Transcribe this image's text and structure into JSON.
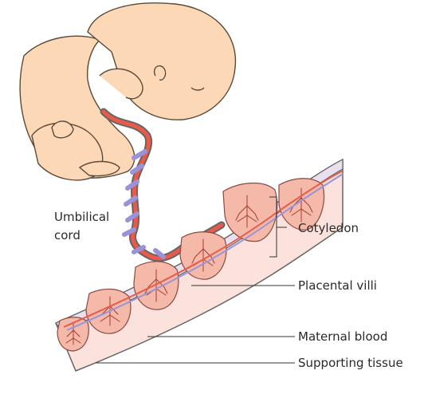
{
  "labels": {
    "umbilical_cord_line1": "Umbilical",
    "umbilical_cord_line2": "cord",
    "cotyledon": "Cotyledon",
    "placental_villi": "Placental villi",
    "maternal_blood": "Maternal blood",
    "supporting_tissue": "Supporting tissue"
  },
  "colors": {
    "skin": "#fcd8b6",
    "skin_outline": "#5a4a3a",
    "artery": "#e85a4a",
    "vein": "#9a93d8",
    "placenta_tissue": "#fbe2dc",
    "blood_pool": "#f4b9a8",
    "villi": "#a83a32"
  }
}
